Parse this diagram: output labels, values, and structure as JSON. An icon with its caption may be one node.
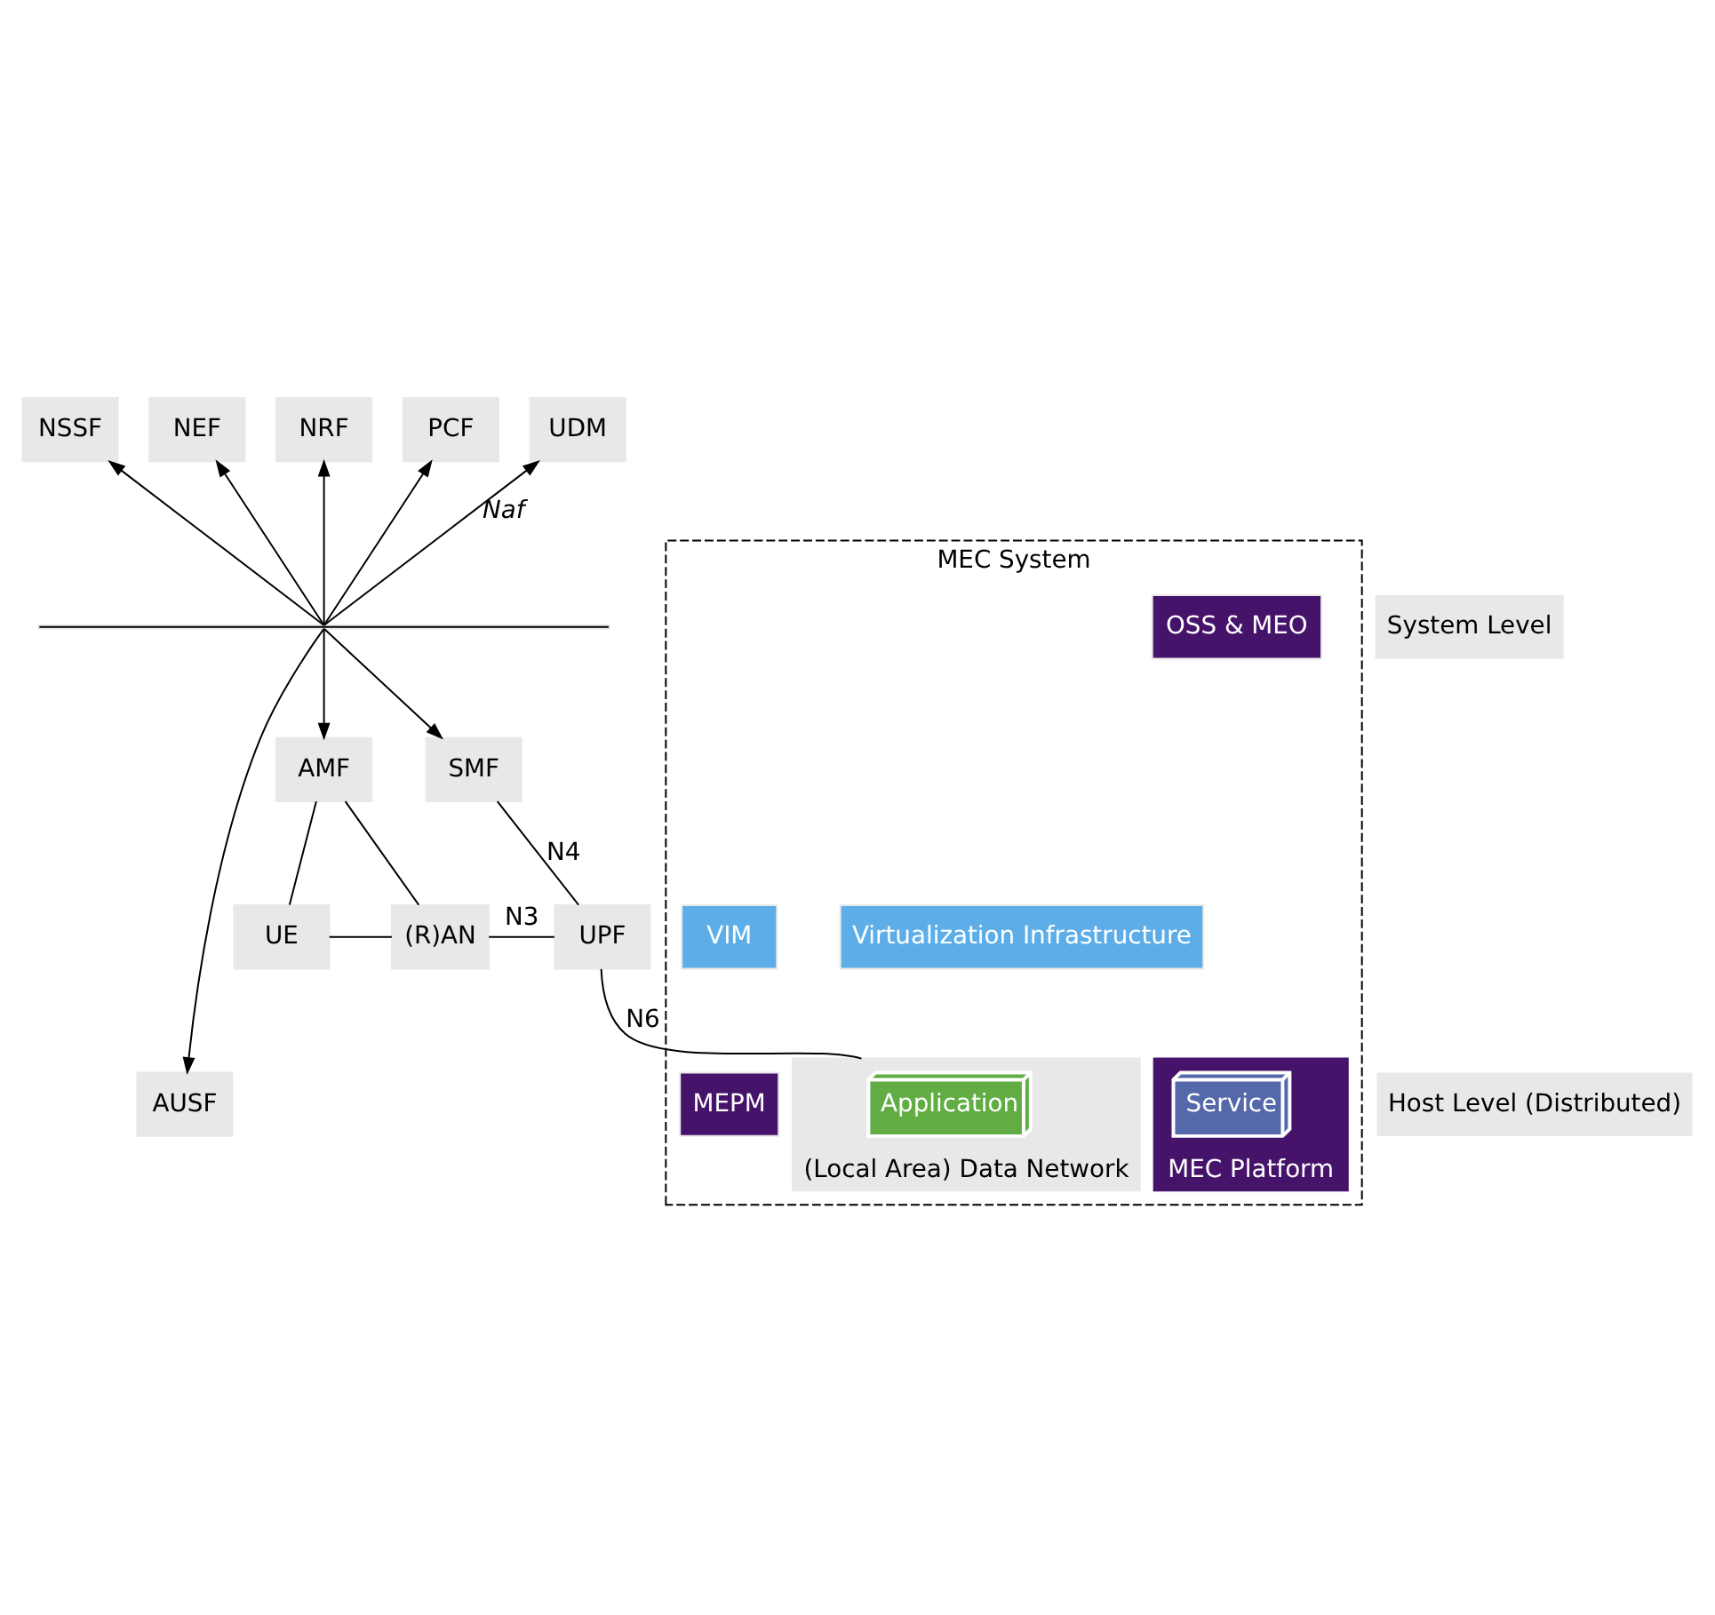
{
  "diagram": {
    "nodes": [
      {
        "text": [
          "NSSF"
        ]
      },
      {
        "text": [
          "NEF"
        ]
      },
      {
        "text": [
          "NRF"
        ]
      },
      {
        "text": [
          "PCF"
        ]
      },
      {
        "text": [
          "UDM"
        ]
      },
      {
        "text": [],
        "shape": "bar"
      },
      {
        "text": [
          "AUSF"
        ]
      },
      {
        "text": [
          "AMF"
        ]
      },
      {
        "text": [
          "SMF"
        ]
      },
      {
        "text": [
          "UE"
        ]
      },
      {
        "text": [
          "(R)AN"
        ]
      },
      {
        "text": [
          "UPF"
        ]
      },
      {
        "text": [
          "MEC System"
        ]
      },
      {
        "text": [
          "OSS & MEO"
        ],
        "in": 12
      },
      {
        "text": [
          "(Local Area) Data Network"
        ],
        "in": 12
      },
      {
        "text": [
          "Application"
        ],
        "in": 14
      },
      {
        "text": [
          "MEC Platform"
        ],
        "in": 12
      },
      {
        "text": [
          "Service"
        ],
        "in": 16
      },
      {
        "text": [
          "MEPM"
        ],
        "in": 12
      },
      {
        "text": [
          "Virtualization Infrastructure"
        ],
        "in": 12
      },
      {
        "text": [
          "VIM"
        ],
        "in": 12
      }
    ],
    "edges": [
      {
        "from": 5,
        "to": 0,
        "arrow": "to"
      },
      {
        "from": 5,
        "to": 1,
        "arrow": "to"
      },
      {
        "from": 5,
        "to": 2,
        "arrow": "to"
      },
      {
        "from": 5,
        "to": 3,
        "arrow": "to"
      },
      {
        "from": 5,
        "to": 4,
        "arrow": "to",
        "label": "Naf"
      },
      {
        "from": 5,
        "to": 6,
        "arrow": "to"
      },
      {
        "from": 5,
        "to": 7,
        "arrow": "to"
      },
      {
        "from": 5,
        "to": 8,
        "arrow": "to"
      },
      {
        "from": 7,
        "to": 9,
        "arrow": "none"
      },
      {
        "from": 7,
        "to": 10,
        "arrow": "none"
      },
      {
        "from": 8,
        "to": 11,
        "arrow": "none",
        "label": "N4"
      },
      {
        "from": 9,
        "to": 10,
        "arrow": "none"
      },
      {
        "from": 10,
        "to": 11,
        "arrow": "none",
        "label": "N3"
      },
      {
        "from": 11,
        "to": 14,
        "arrow": "none",
        "label": "N6"
      }
    ],
    "labels": [
      "System Level",
      "Host Level (Distributed)"
    ]
  }
}
